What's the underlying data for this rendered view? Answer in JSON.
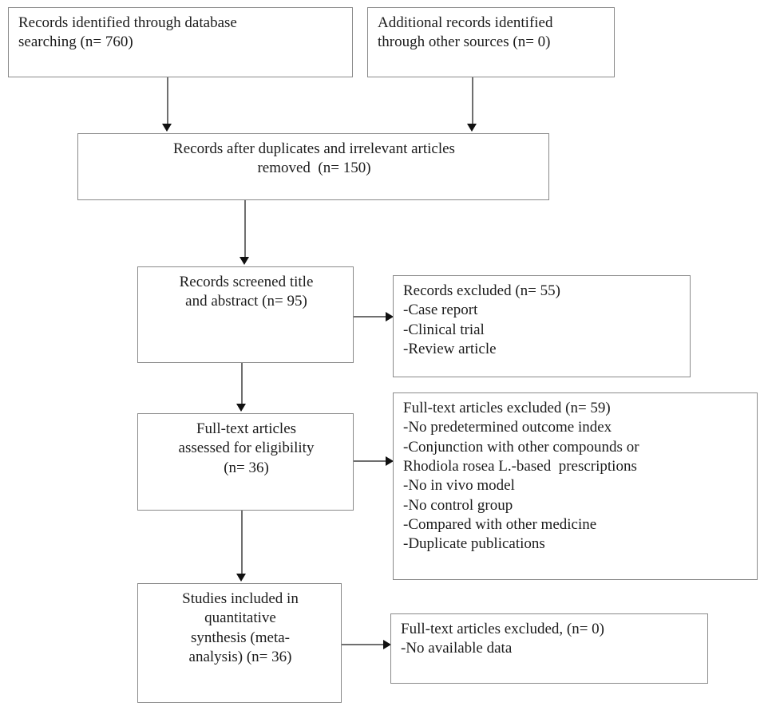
{
  "diagram": {
    "type": "prisma-flow-diagram",
    "title": "PRISMA study selection flow diagram",
    "colors": {
      "background": "#ffffff",
      "box_border": "#8a8a8a",
      "connector": "#6f6f6f",
      "arrowhead": "#111111",
      "text": "#1c1c1c"
    },
    "boxes": [
      {
        "id": "database-search",
        "name": "records-identified-database-box",
        "align": "left",
        "lines": [
          "Records identified through database",
          "searching (n= 760)"
        ],
        "count": 760
      },
      {
        "id": "other-sources",
        "name": "additional-records-other-sources-box",
        "align": "left",
        "lines": [
          "Additional records identified",
          "through other sources (n= 0)"
        ],
        "count": 0
      },
      {
        "id": "duplicates-removed",
        "name": "records-after-duplicates-box",
        "align": "center",
        "lines": [
          "Records after duplicates and irrelevant articles",
          "removed  (n= 150)"
        ],
        "count": 150
      },
      {
        "id": "screened",
        "name": "records-screened-box",
        "align": "center",
        "lines": [
          "Records screened title",
          "and abstract (n= 95)"
        ],
        "count": 95
      },
      {
        "id": "records-excluded",
        "name": "records-excluded-box",
        "align": "left",
        "lines": [
          "Records excluded (n= 55)",
          "-Case report",
          "-Clinical trial",
          "-Review article"
        ],
        "count": 55
      },
      {
        "id": "eligibility",
        "name": "full-text-assessed-eligibility-box",
        "align": "center",
        "lines": [
          "Full-text articles",
          "assessed for eligibility",
          "(n= 36)"
        ],
        "count": 36
      },
      {
        "id": "fulltext-excluded",
        "name": "full-text-articles-excluded-box",
        "align": "left",
        "lines": [
          "Full-text articles excluded (n= 59)",
          "-No predetermined outcome index",
          "-Conjunction with other compounds or",
          "Rhodiola rosea L.-based  prescriptions",
          "-No in vivo model",
          "-No control group",
          "-Compared with other medicine",
          "-Duplicate publications"
        ],
        "count": 59
      },
      {
        "id": "included",
        "name": "studies-included-synthesis-box",
        "align": "center",
        "lines": [
          "Studies included in",
          "quantitative",
          "synthesis (meta-",
          "analysis) (n= 36)"
        ],
        "count": 36
      },
      {
        "id": "no-data-excluded",
        "name": "full-text-excluded-no-data-box",
        "align": "left",
        "lines": [
          "Full-text articles excluded, (n= 0)",
          "-No available data"
        ],
        "count": 0
      }
    ]
  }
}
